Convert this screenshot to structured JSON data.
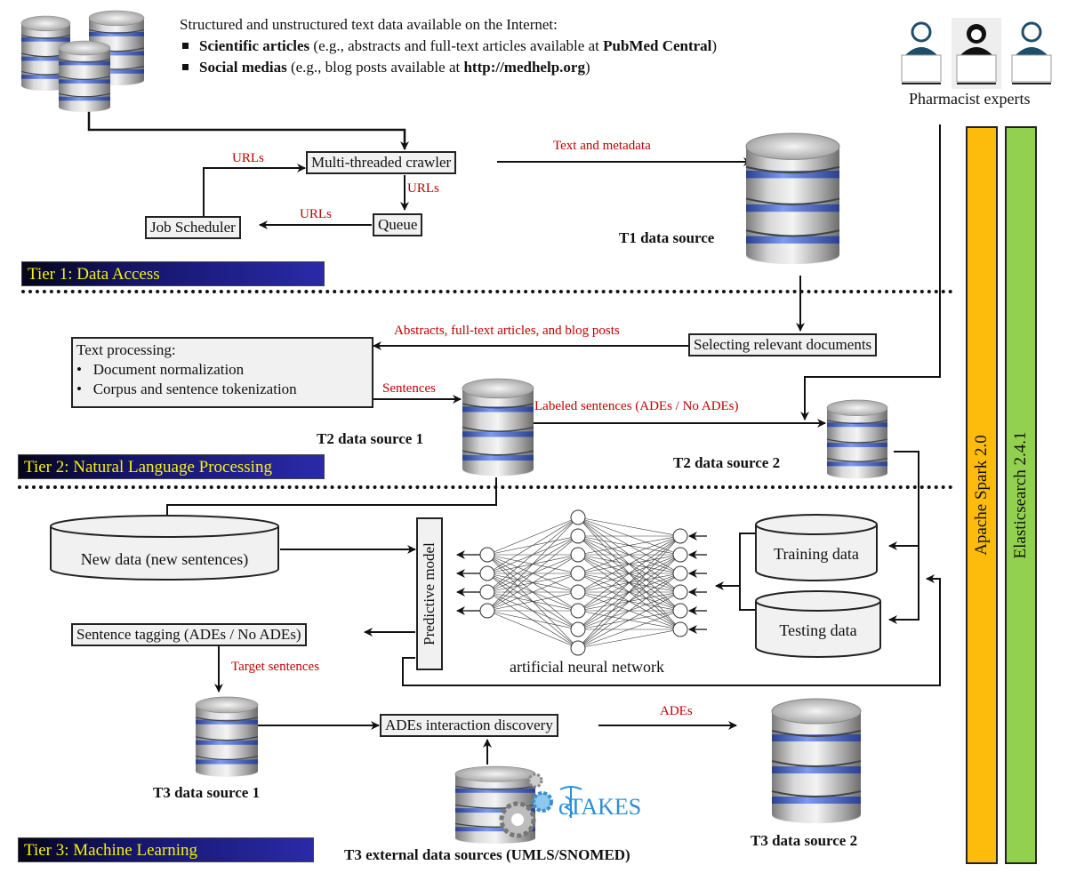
{
  "intro": {
    "heading": "Structured and unstructured text data available on the Internet:",
    "items": [
      {
        "bold": "Scientific articles",
        "text_before_link": " (e.g., abstracts and full-text articles available at ",
        "link": "PubMed Central",
        "text_after_link": ")"
      },
      {
        "bold": "Social medias",
        "text_before_link": " (e.g., blog posts available at ",
        "link": "http://medhelp.org",
        "text_after_link": ")"
      }
    ]
  },
  "experts": {
    "label": "Pharmacist experts",
    "icons": [
      "male-expert",
      "female-expert",
      "male-expert"
    ]
  },
  "tier1": {
    "title": "Tier 1: Data Access",
    "crawler": "Multi-threaded crawler",
    "queue": "Queue",
    "scheduler": "Job Scheduler",
    "edge_scheduler_crawler": "URLs",
    "edge_crawler_queue": "URLs",
    "edge_queue_scheduler": "URLs",
    "edge_crawler_t1": "Text and metadata",
    "t1_label": "T1 data source"
  },
  "tier2": {
    "title": "Tier 2: Natural Language Processing",
    "selecting": "Selecting relevant documents",
    "edge_selecting_processing": "Abstracts, full-text articles, and blog posts",
    "processing_title": "Text processing:",
    "processing_items": [
      "Document normalization",
      "Corpus and sentence tokenization"
    ],
    "edge_sentences": "Sentences",
    "t2_1_label": "T2 data source 1",
    "edge_labeled": "Labeled sentences (ADEs / No ADEs)",
    "t2_2_label": "T2 data source 2"
  },
  "tier3": {
    "title": "Tier 3: Machine Learning",
    "new_data": "New data (new sentences)",
    "predictive_model": "Predictive model",
    "training": "Training data",
    "testing": "Testing data",
    "ann_label": "artificial neural network",
    "tagging": "Sentence tagging (ADEs / No ADEs)",
    "edge_target": "Target sentences",
    "t3_1_label": "T3 data source 1",
    "discovery": "ADEs interaction discovery",
    "edge_ades": "ADEs",
    "t3_2_label": "T3 data source 2",
    "external_label": "T3 external data sources (UMLS/SNOMED)",
    "ctakes": "cTAKES"
  },
  "platform": {
    "spark": {
      "label": "Apache Spark 2.0",
      "color": "#fdbb0b"
    },
    "elastic": {
      "label": "Elasticsearch 2.4.1",
      "color": "#92d050"
    }
  },
  "colors": {
    "edge_label": "#c00000",
    "tier_text": "#f5f20a",
    "db_band": "#4a6fd6"
  }
}
